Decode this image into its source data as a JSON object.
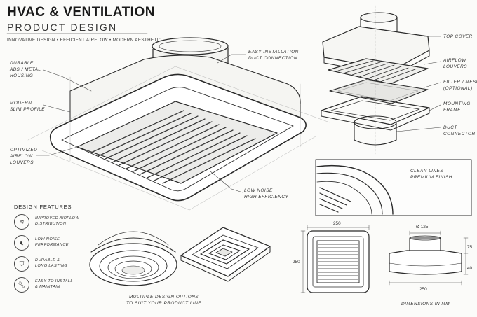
{
  "header": {
    "title": "HVAC & VENTILATION",
    "subtitle": "PRODUCT DESIGN",
    "tagline": "INNOVATIVE DESIGN • EFFICIENT AIRFLOW • MODERN AESTHETIC"
  },
  "main_callouts": {
    "durable": [
      "DURABLE",
      "ABS / METAL",
      "HOUSING"
    ],
    "modern": [
      "MODERN",
      "SLIM PROFILE"
    ],
    "optimized": [
      "OPTIMIZED",
      "AIRFLOW",
      "LOUVERS"
    ],
    "easy_install": [
      "EASY INSTALLATION",
      "DUCT CONNECTION"
    ],
    "low_noise": [
      "LOW NOISE",
      "HIGH EFFICIENCY"
    ]
  },
  "exploded_labels": {
    "top_cover": [
      "TOP COVER"
    ],
    "airflow_louvers": [
      "AIRFLOW",
      "LOUVERS"
    ],
    "filter": [
      "FILTER / MESH",
      "(OPTIONAL)"
    ],
    "mounting_frame": [
      "MOUNTING",
      "FRAME"
    ],
    "duct_connector": [
      "DUCT",
      "CONNECTOR"
    ]
  },
  "detail": {
    "caption": [
      "CLEAN LINES",
      "PREMIUM FINISH"
    ]
  },
  "features": {
    "title": "DESIGN FEATURES",
    "items": [
      {
        "icon": "airflow-icon",
        "lines": [
          "IMPROVED AIRFLOW",
          "DISTRIBUTION"
        ]
      },
      {
        "icon": "speaker-mute-icon",
        "lines": [
          "LOW NOISE",
          "PERFORMANCE"
        ]
      },
      {
        "icon": "shield-check-icon",
        "lines": [
          "DURABLE &",
          "LONG LASTING"
        ]
      },
      {
        "icon": "wrench-icon",
        "lines": [
          "EASY TO INSTALL",
          "& MAINTAIN"
        ]
      }
    ]
  },
  "variants": {
    "caption": [
      "MULTIPLE DESIGN OPTIONS",
      "TO SUIT YOUR PRODUCT LINE"
    ]
  },
  "dimensions": {
    "front_width": "250",
    "front_height": "250",
    "duct_diameter": "Ø 125",
    "side_total_height": "75",
    "side_body_height": "40",
    "side_width": "250",
    "caption": "DIMENSIONS IN MM"
  }
}
